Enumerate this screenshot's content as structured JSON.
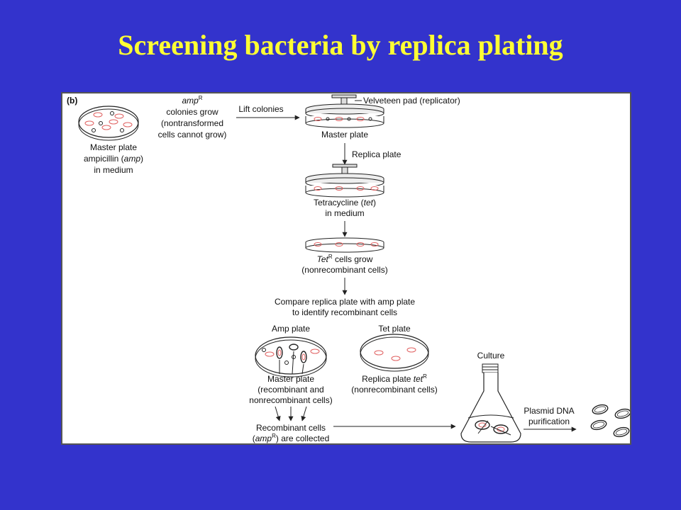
{
  "title": "Screening bacteria by replica plating",
  "panel_label": "(b)",
  "colors": {
    "background": "#3333cc",
    "title": "#ffff33",
    "colony": "#e06060"
  },
  "master_dish": {
    "line1": "Master plate",
    "line2_pre": "ampicillin (",
    "line2_ital": "amp",
    "line2_post": ")",
    "line3": "in medium"
  },
  "amp_colonies": {
    "line1_ital": "amp",
    "line1_sup": "R",
    "line2": "colonies grow",
    "line3": "(nontransformed",
    "line4": "cells cannot grow)"
  },
  "lift_colonies": "Lift colonies",
  "velveteen_pad": "Velveteen pad (replicator)",
  "master_plate": "Master plate",
  "replica_plate": "Replica plate",
  "tetracycline": {
    "line1_pre": "Tetracycline (",
    "line1_ital": "tet",
    "line1_post": ")",
    "line2": "in medium"
  },
  "tet_cells": {
    "line1_ital": "Tet",
    "line1_sup": "R",
    "line1_post": " cells grow",
    "line2": "(nonrecombinant cells)"
  },
  "compare": {
    "line1": "Compare replica plate with amp plate",
    "line2": "to identify recombinant cells"
  },
  "amp_plate": {
    "heading": "Amp plate",
    "line1": "Master plate",
    "line2": "(recombinant and",
    "line3": "nonrecombinant cells)"
  },
  "tet_plate": {
    "heading": "Tet plate",
    "line1_pre": "Replica plate ",
    "line1_ital": "tet",
    "line1_sup": "R",
    "line2": "(nonrecombinant cells)"
  },
  "recombinant": {
    "line1": "Recombinant cells",
    "line2_pre": "(",
    "line2_ital": "amp",
    "line2_sup": "R",
    "line2_post": ") are collected"
  },
  "culture": "Culture",
  "plasmid": {
    "line1": "Plasmid DNA",
    "line2": "purification"
  }
}
